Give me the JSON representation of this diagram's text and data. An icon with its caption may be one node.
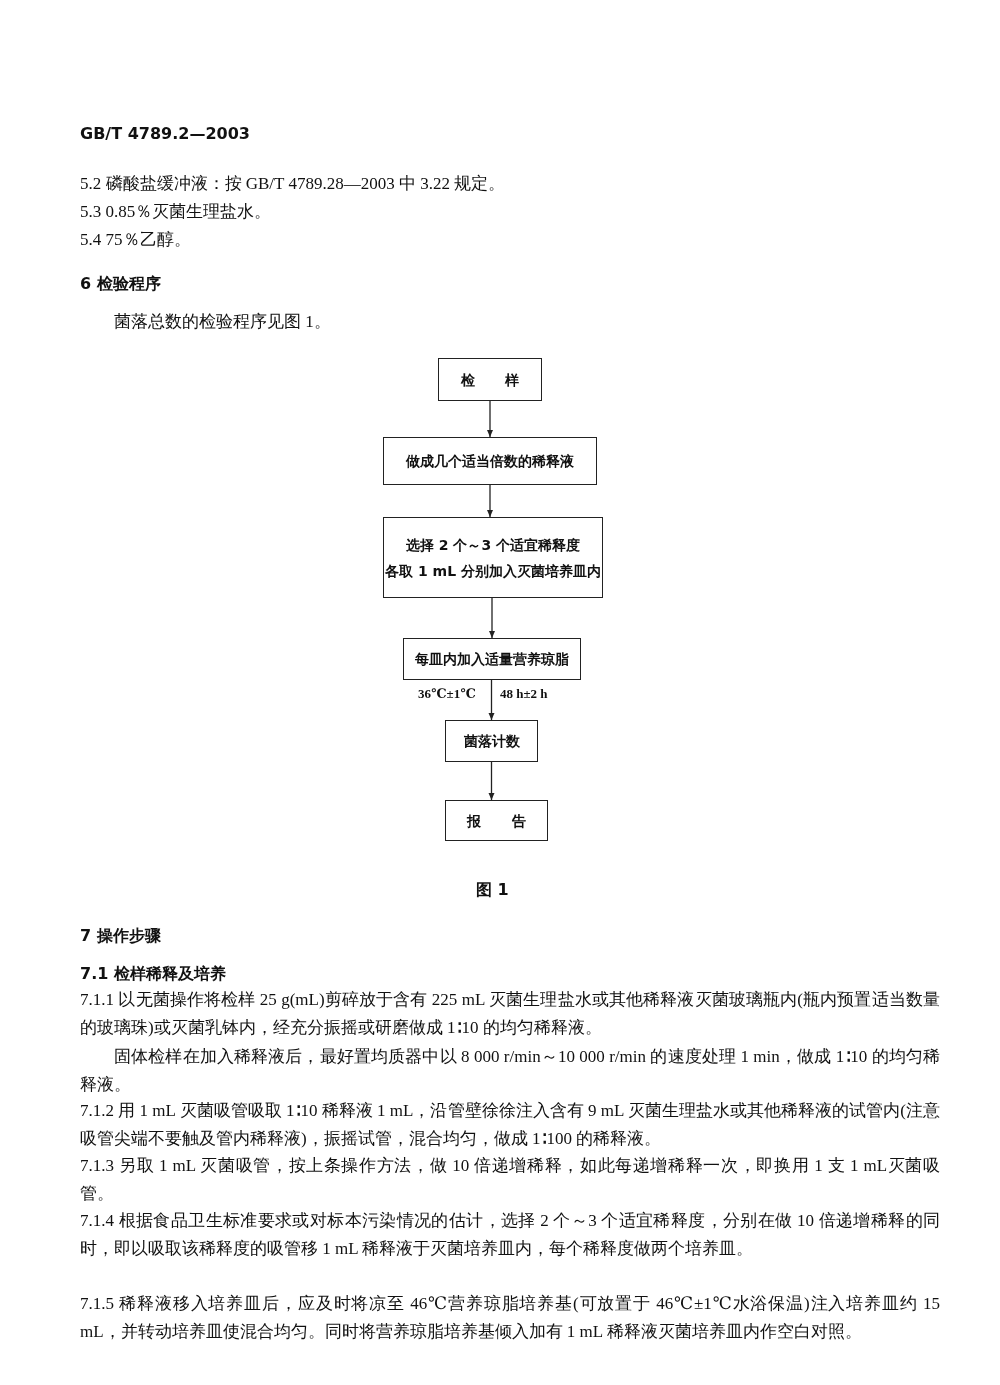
{
  "diagram": {
    "caption": "图 1",
    "nodes": [
      {
        "text": [
          "检样"
        ]
      },
      {
        "text": [
          "做成几个适当倍数的稀释液"
        ]
      },
      {
        "text": [
          "选择 2 个～3 个适宜稀释度",
          "各取 1 mL 分别加入灭菌培养皿内"
        ]
      },
      {
        "text": [
          "每皿内加入适量营养琼脂"
        ]
      },
      {
        "text": [
          "菌落计数"
        ]
      },
      {
        "text": [
          "报告"
        ]
      }
    ],
    "edges": [
      {
        "from": 0,
        "to": 1,
        "arrow": "to"
      },
      {
        "from": 1,
        "to": 2,
        "arrow": "to"
      },
      {
        "from": 2,
        "to": 3,
        "arrow": "to"
      },
      {
        "from": 3,
        "to": 4,
        "arrow": "to"
      },
      {
        "from": 4,
        "to": 5,
        "arrow": "to"
      }
    ],
    "labels": [
      "GB/T 4789.2—2003",
      "5.2 磷酸盐缓冲液：按 GB/T 4789.28—2003 中 3.22 规定。",
      "5.3 0.85％灭菌生理盐水。",
      "5.4 75％乙醇。",
      "6 检验程序",
      "菌落总数的检验程序见图 1。",
      "36℃±1℃",
      "48 h±2 h",
      "7 操作步骤",
      "7.1 检样稀释及培养",
      "7.1.1 以无菌操作将检样 25 g(mL)剪碎放于含有 225 mL 灭菌生理盐水或其他稀释液灭菌玻璃瓶内(瓶内预置适当数量的玻璃珠)或灭菌乳钵内，经充分振摇或研磨做成 1∶10 的均匀稀释液。",
      "固体检样在加入稀释液后，最好置均质器中以 8 000 r/min～10 000 r/min 的速度处理 1 min，做成 1∶10 的均匀稀释液。",
      "7.1.2 用 1 mL 灭菌吸管吸取 1∶10 稀释液 1 mL，沿管壁徐徐注入含有 9 mL 灭菌生理盐水或其他稀释液的试管内(注意吸管尖端不要触及管内稀释液)，振摇试管，混合均匀，做成 1∶100 的稀释液。",
      "7.1.3 另取 1 mL 灭菌吸管，按上条操作方法，做 10 倍递增稀释，如此每递增稀释一次，即换用 1 支 1 mL灭菌吸管。",
      "7.1.4 根据食品卫生标准要求或对标本污染情况的估计，选择 2 个～3 个适宜稀释度，分别在做 10 倍递增稀释的同时，即以吸取该稀释度的吸管移 1 mL 稀释液于灭菌培养皿内，每个稀释度做两个培养皿。",
      "7.1.5 稀释液移入培养皿后，应及时将凉至 46℃营养琼脂培养基(可放置于 46℃±1℃水浴保温)注入培养皿约 15 mL，并转动培养皿使混合均匀。同时将营养琼脂培养基倾入加有 1 mL 稀释液灭菌培养皿内作空白对照。"
    ]
  }
}
